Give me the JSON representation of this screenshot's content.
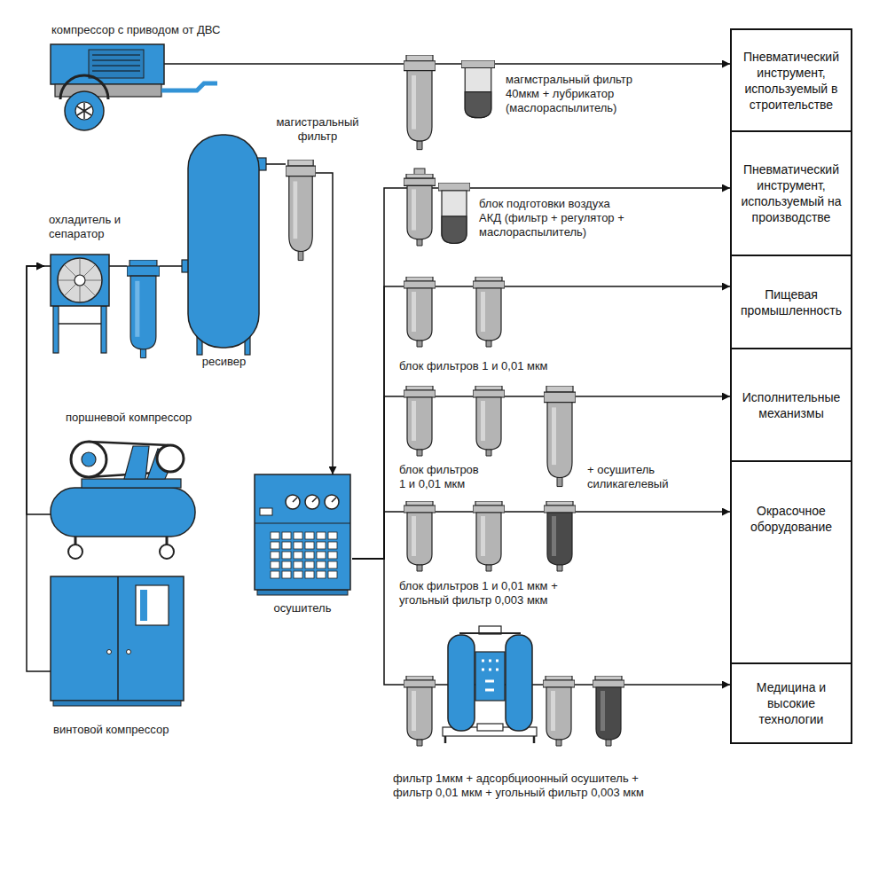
{
  "diagram": {
    "nodes": [
      {
        "text": [
          "компрессор с приводом от ДВС"
        ]
      },
      {
        "text": [
          "магмстральный фильтр 40мкм + лубрикатор (маслораспылитель)"
        ]
      },
      {
        "text": [
          "Пневматический инструмент, используемый в строительстве"
        ]
      },
      {
        "text": [
          "магистральный фильтр"
        ]
      },
      {
        "text": [
          "охладитель и сепаратор"
        ]
      },
      {
        "text": [
          "ресивер"
        ]
      },
      {
        "text": [
          "блок подготовки воздуха АКД (фильтр + регулятор + маслораспылитель)"
        ]
      },
      {
        "text": [
          "Пневматический инструмент, используемый на производстве"
        ]
      },
      {
        "text": [
          "блок фильтров 1 и 0,01 мкм"
        ]
      },
      {
        "text": [
          "Пищевая промышленность"
        ]
      },
      {
        "text": [
          "поршневой компрессор"
        ]
      },
      {
        "text": [
          "блок фильтров 1 и 0,01 мкм",
          "+ осушитель силикагелевый"
        ]
      },
      {
        "text": [
          "Исполнительные механизмы"
        ]
      },
      {
        "text": [
          "осушитель"
        ]
      },
      {
        "text": [
          "блок фильтров 1 и 0,01 мкм + угольный фильтр 0,003 мкм"
        ]
      },
      {
        "text": [
          "Окрасочное оборудование"
        ]
      },
      {
        "text": [
          "винтовой компрессор"
        ]
      },
      {
        "text": [
          "фильтр 1мкм + адсорбциоонный осушитель + фильтр 0,01 мкм + угольный фильтр 0,003 мкм"
        ]
      },
      {
        "text": [
          "Медицина и высокие технологии"
        ]
      }
    ],
    "edges": [
      {
        "from": 0,
        "to": 1,
        "arrow": "none"
      },
      {
        "from": 1,
        "to": 2,
        "arrow": "to"
      },
      {
        "from": 10,
        "to": 4,
        "arrow": "to"
      },
      {
        "from": 16,
        "to": 4,
        "arrow": "to"
      },
      {
        "from": 4,
        "to": 5,
        "arrow": "none"
      },
      {
        "from": 5,
        "to": 3,
        "arrow": "none"
      },
      {
        "from": 3,
        "to": 13,
        "arrow": "to"
      },
      {
        "from": 13,
        "to": 6,
        "arrow": "none"
      },
      {
        "from": 6,
        "to": 7,
        "arrow": "to"
      },
      {
        "from": 13,
        "to": 8,
        "arrow": "none"
      },
      {
        "from": 8,
        "to": 9,
        "arrow": "to"
      },
      {
        "from": 13,
        "to": 11,
        "arrow": "none"
      },
      {
        "from": 11,
        "to": 12,
        "arrow": "to"
      },
      {
        "from": 13,
        "to": 14,
        "arrow": "none"
      },
      {
        "from": 14,
        "to": 15,
        "arrow": "to"
      },
      {
        "from": 13,
        "to": 17,
        "arrow": "none"
      },
      {
        "from": 17,
        "to": 18,
        "arrow": "to"
      }
    ]
  }
}
